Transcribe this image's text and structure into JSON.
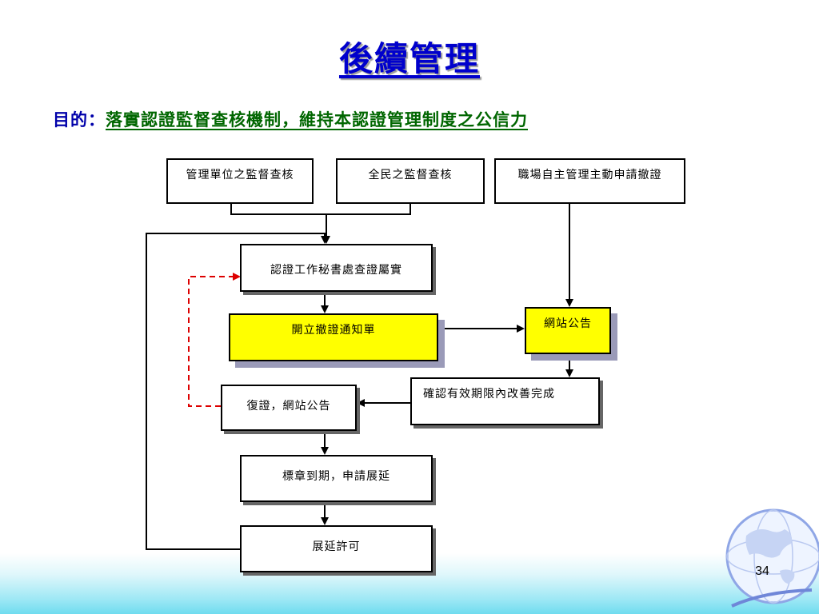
{
  "slide": {
    "title": "後續管理",
    "purpose_label": "目的：",
    "purpose_text": "落實認證監督查核機制，維持本認證管理制度之公信力",
    "page_number": "34"
  },
  "diagram": {
    "nodes": {
      "mgmt_audit": "管理單位之監督查核",
      "public_audit": "全民之監督查核",
      "self_revoke": "職場自主管理主動申請撤證",
      "verify": "認證工作秘書處查證屬實",
      "revoke_notice": "開立撤證通知單",
      "web_notice": "網站公告",
      "confirm_fix": "確認有效期限內改善完成",
      "restore": "復證，網站公告",
      "expire": "標章到期，申請展延",
      "extend": "展延許可"
    }
  },
  "colors": {
    "title": "#0000cc",
    "purpose_text": "#006600",
    "highlight_box": "#ffff00",
    "feedback_arrow": "#dd0000"
  }
}
